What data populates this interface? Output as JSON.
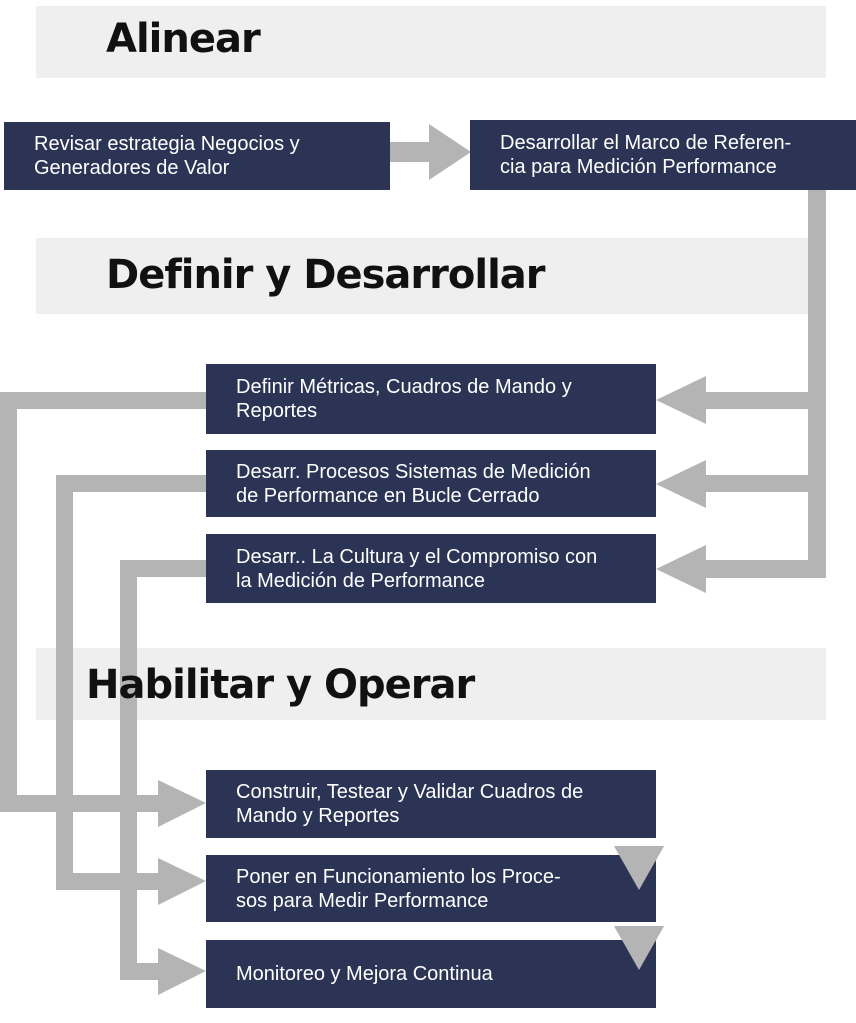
{
  "colors": {
    "box": "#2b3455",
    "box_text": "#ffffff",
    "band": "#efefef",
    "arrow": "#b4b4b4",
    "title": "#111111"
  },
  "phases": [
    {
      "id": "alinear",
      "title": "Alinear"
    },
    {
      "id": "definir",
      "title": "Definir y Desarrollar"
    },
    {
      "id": "habilitar",
      "title": "Habilitar y Operar"
    }
  ],
  "steps": [
    {
      "id": "revisar",
      "text": "Revisar estrategia Negocios y\nGeneradores de Valor"
    },
    {
      "id": "marco",
      "text": "Desarrollar el Marco de Referen-\ncia  para Medición Performance"
    },
    {
      "id": "metricas",
      "text": "Definir Métricas, Cuadros de Mando y\nReportes"
    },
    {
      "id": "procesos",
      "text": "Desarr. Procesos Sistemas de Medición\nde Performance en Bucle Cerrado"
    },
    {
      "id": "cultura",
      "text": "Desarr.. La Cultura y el Compromiso con\nla Medición de Performance"
    },
    {
      "id": "construir",
      "text": "Construir, Testear y Validar Cuadros de\nMando y Reportes"
    },
    {
      "id": "poner",
      "text": "Poner en Funcionamiento los Proce-\nsos para Medir Performance"
    },
    {
      "id": "monitoreo",
      "text": "Monitoreo y Mejora Continua"
    }
  ]
}
